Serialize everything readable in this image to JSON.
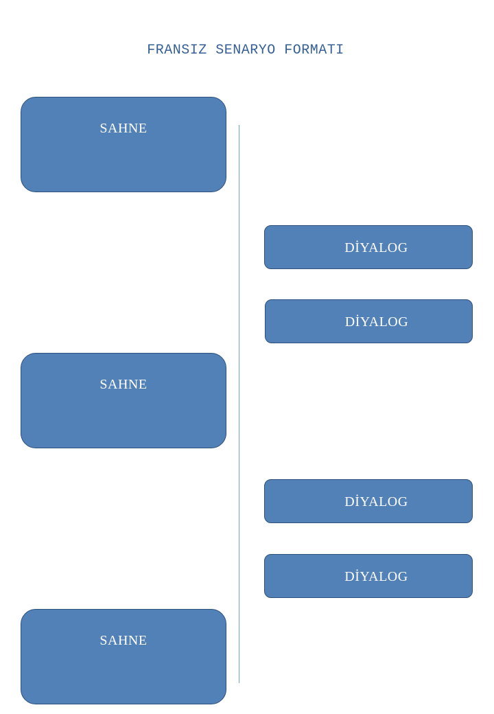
{
  "title": "FRANSIZ SENARYO FORMATI",
  "colors": {
    "box_fill": "#5281b7",
    "box_border": "#2c4f7c",
    "title": "#355f96",
    "divider": "#6fa3cf"
  },
  "scenes": [
    {
      "label": "SAHNE"
    },
    {
      "label": "SAHNE"
    },
    {
      "label": "SAHNE"
    }
  ],
  "dialogs": [
    {
      "label": "DİYALOG"
    },
    {
      "label": "DİYALOG"
    },
    {
      "label": "DİYALOG"
    },
    {
      "label": "DİYALOG"
    }
  ]
}
